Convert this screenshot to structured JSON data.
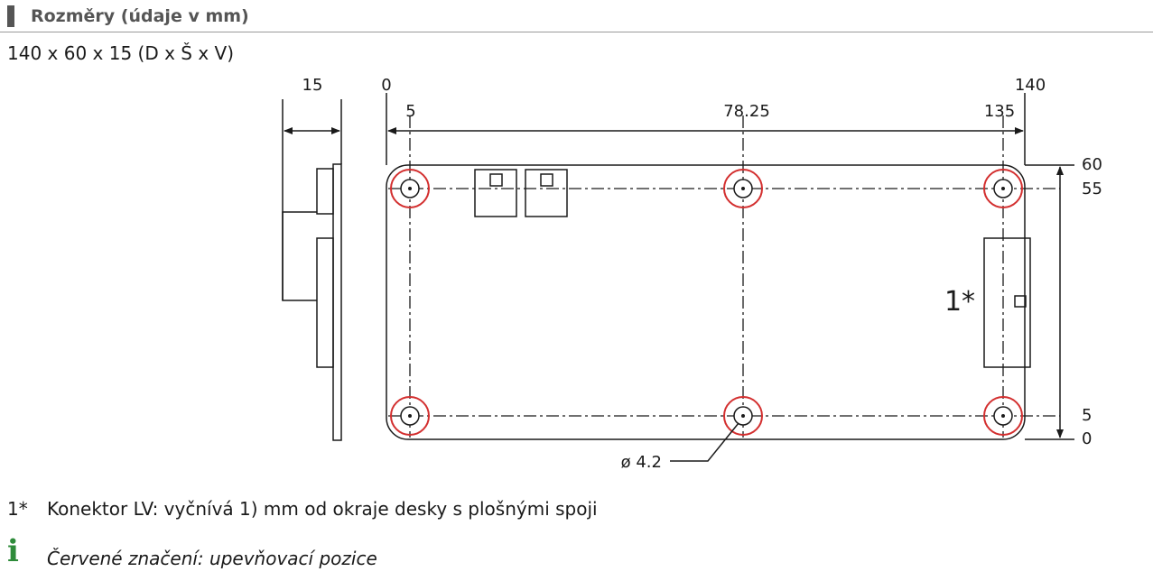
{
  "header": {
    "title": "Rozměry (údaje v mm)"
  },
  "dimensions_summary": "140 x 60 x 15 (D x Š x V)",
  "drawing": {
    "side_view_thickness": "15",
    "top_dims": {
      "x0": "0",
      "x1": "5",
      "x2": "78.25",
      "x3": "135",
      "x4": "140"
    },
    "right_dims": {
      "y60": "60",
      "y55": "55",
      "y5": "5",
      "y0": "0"
    },
    "connector_marker": "1*",
    "hole_diameter": "ø 4.2",
    "mounting_highlight_color": "#d32f2f"
  },
  "notes": {
    "footnote_marker": "1*",
    "footnote_text": "Konektor LV: vyčnívá 1) mm od okraje desky s plošnými spoji",
    "info_icon": "info-icon",
    "info_text": "Červené značení: upevňovací pozice"
  }
}
